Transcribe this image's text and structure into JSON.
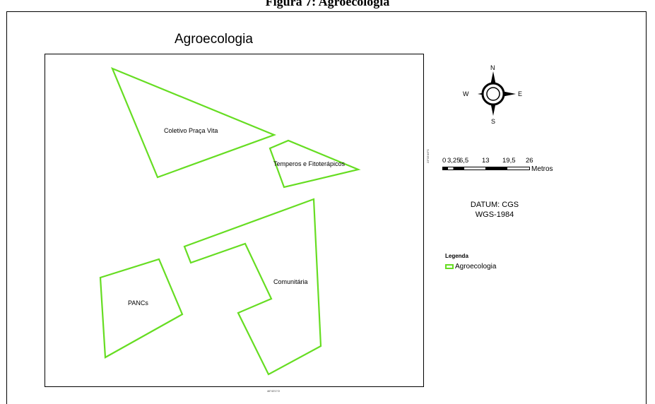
{
  "document": {
    "caption": "Figura 7: Agroecologia"
  },
  "map": {
    "title": "Agroecologia",
    "polygon_color": "#66dd22",
    "polygons": [
      {
        "id": "coletivo",
        "label": "Coletivo Praça Vita"
      },
      {
        "id": "temperos",
        "label": "Temperos e Fitoterápicos"
      },
      {
        "id": "comunitaria",
        "label": "Comunitária"
      },
      {
        "id": "pancs",
        "label": "PANCs"
      }
    ],
    "coord_labels": {
      "y": "23°33'46\"S",
      "x": "46°43'1\"O"
    }
  },
  "north_arrow": {
    "icon": "compass-rose-icon",
    "n": "N",
    "s": "S",
    "e": "E",
    "w": "W"
  },
  "scale_bar": {
    "ticks": [
      "0",
      "3,25",
      "6,5",
      "13",
      "19,5",
      "26"
    ],
    "unit": "Metros"
  },
  "datum": {
    "line1": "DATUM: CGS",
    "line2": "WGS-1984"
  },
  "legend": {
    "title": "Legenda",
    "items": [
      {
        "label": "Agroecologia",
        "color": "#66dd22"
      }
    ]
  }
}
